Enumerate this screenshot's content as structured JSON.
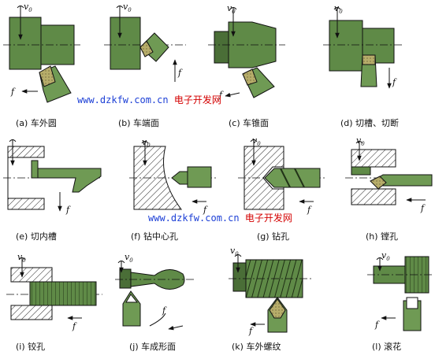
{
  "colors": {
    "workpiece": "#5f8a47",
    "workpiece_dark": "#4a6e37",
    "tool": "#6f9a54",
    "insert": "#b7ad6a",
    "outline": "#111111",
    "watermark_url": "#1c3fd6",
    "watermark_cn": "#d40000"
  },
  "symbols": {
    "cutting_speed": "v",
    "cutting_speed_sub": "0",
    "feed": "f"
  },
  "watermark": {
    "url": "www.dzkfw.com.cn",
    "cn": "电子开发网"
  },
  "panels": [
    {
      "id": "a",
      "caption": "(a) 车外圆"
    },
    {
      "id": "b",
      "caption": "(b) 车端面"
    },
    {
      "id": "c",
      "caption": "(c) 车锥面"
    },
    {
      "id": "d",
      "caption": "(d) 切槽、切断"
    },
    {
      "id": "e",
      "caption": "(e) 切内槽"
    },
    {
      "id": "f",
      "caption": "(f) 钻中心孔"
    },
    {
      "id": "g",
      "caption": "(g) 钻孔"
    },
    {
      "id": "h",
      "caption": "(h) 镗孔"
    },
    {
      "id": "i",
      "caption": "(i) 铰孔"
    },
    {
      "id": "j",
      "caption": "(j) 车成形面"
    },
    {
      "id": "k",
      "caption": "(k) 车外螺纹"
    },
    {
      "id": "l",
      "caption": "(l) 滚花"
    }
  ]
}
